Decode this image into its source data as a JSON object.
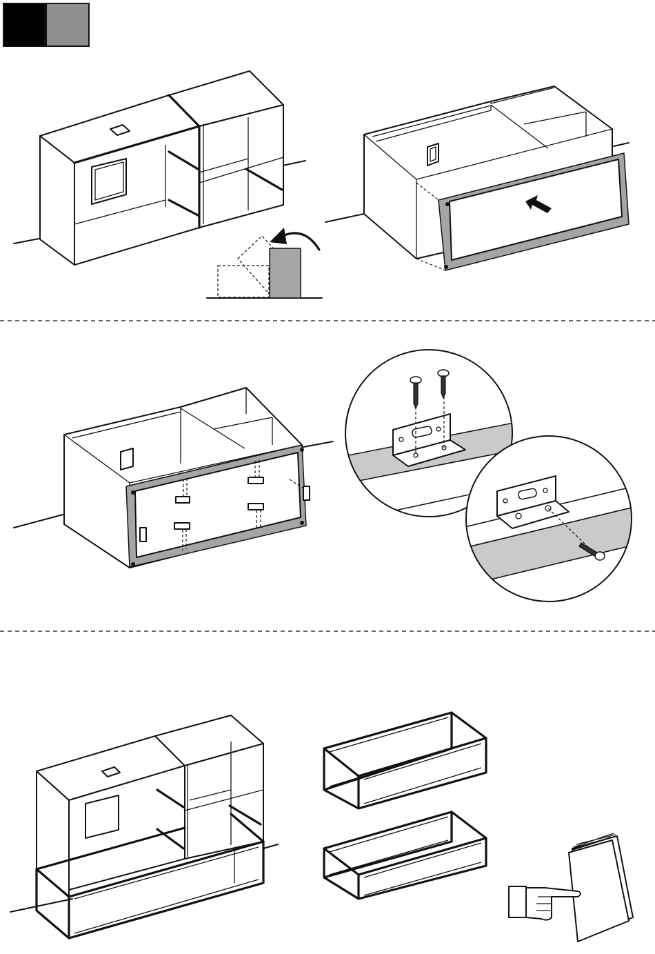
{
  "colors": {
    "swatch_dark": "#000000",
    "swatch_grey": "#8e9090",
    "panel_grey": "#a4a6a6",
    "rail_grey": "#c9cbcb",
    "line": "#111111"
  },
  "steps": [
    {
      "id": "flip-cabinet",
      "icons": [
        "rotate-arrow-icon"
      ]
    },
    {
      "id": "insert-frame",
      "icons": [
        "push-arrow-icon"
      ]
    },
    {
      "id": "fix-brackets",
      "icons": [
        "screw-icon",
        "bracket-icon"
      ]
    },
    {
      "id": "mount-on-frame",
      "icons": [
        "hand-pointing-icon",
        "manual-booklet-icon"
      ]
    }
  ],
  "swatches": [
    "black",
    "grey"
  ]
}
